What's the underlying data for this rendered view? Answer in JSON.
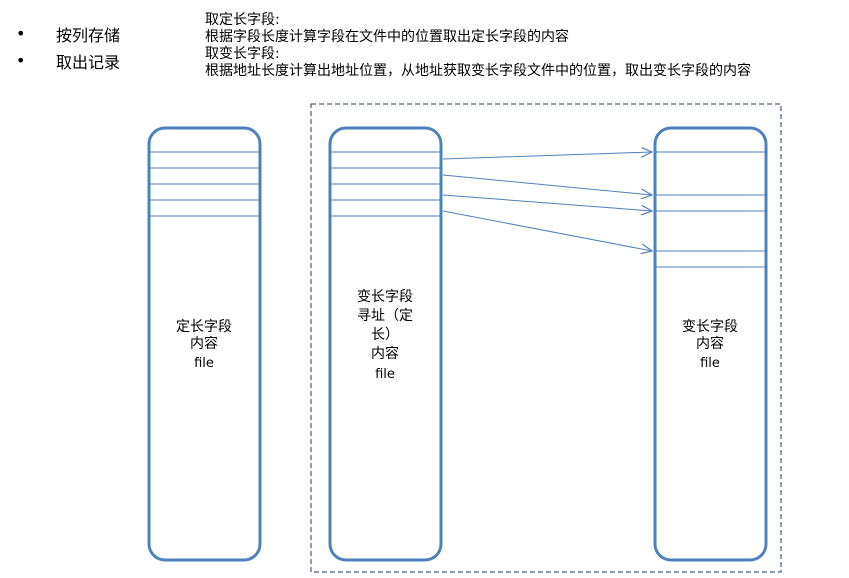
{
  "bullets": [
    {
      "marker": "•",
      "label": "按列存储"
    },
    {
      "marker": "•",
      "label": "取出记录"
    }
  ],
  "notes": [
    "取定长字段:",
    "根据字段长度计算字段在文件中的位置取出定长字段的内容",
    "取变长字段:",
    "根据地址长度计算出地址位置，从地址获取变长字段文件中的位置，取出变长字段的内容"
  ],
  "columns": {
    "fixed": {
      "lines": [
        "定长字段",
        "内容",
        "file"
      ]
    },
    "address": {
      "lines": [
        "变长字段",
        "寻址（定",
        "长）",
        "内容",
        "file"
      ]
    },
    "variable": {
      "lines": [
        "变长字段",
        "内容",
        "file"
      ]
    }
  },
  "colors": {
    "stroke": "#4f81bd",
    "dash": "#1f3864"
  }
}
